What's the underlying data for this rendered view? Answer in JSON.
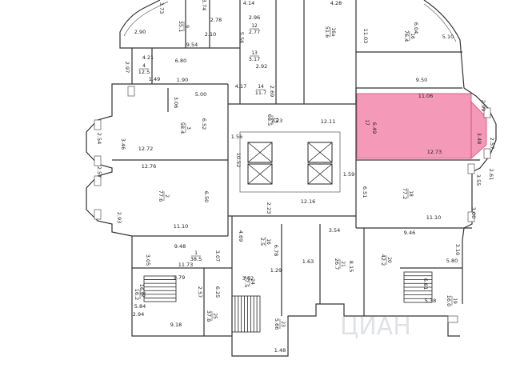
{
  "plan": {
    "highlight_color": "#f58fb1",
    "watermark": "ЦИАН",
    "rooms": [
      {
        "id": "r9",
        "number": "9",
        "area": "35.1",
        "vertical": true
      },
      {
        "id": "r16a",
        "number": "16а",
        "area": "51.6",
        "vertical": true
      },
      {
        "id": "r16",
        "number": "16",
        "area": "76.4",
        "vertical": true
      },
      {
        "id": "r12",
        "number": "12",
        "area": "2.77"
      },
      {
        "id": "r13",
        "number": "13",
        "area": "3.17"
      },
      {
        "id": "r4",
        "number": "4",
        "area": "12.5"
      },
      {
        "id": "r14",
        "number": "14",
        "area": "11.7"
      },
      {
        "id": "r15",
        "number": "15",
        "area": "68.5",
        "vertical": true
      },
      {
        "id": "r3",
        "number": "3",
        "area": "58.4",
        "vertical": true
      },
      {
        "id": "r17",
        "number": "17",
        "area": "",
        "vertical": true
      },
      {
        "id": "r2",
        "number": "2",
        "area": "77.6",
        "vertical": true
      },
      {
        "id": "r18",
        "number": "18",
        "area": "77.2",
        "vertical": true
      },
      {
        "id": "r1",
        "number": "1",
        "area": "38.5"
      },
      {
        "id": "r20",
        "number": "20",
        "area": "42.2",
        "vertical": true
      },
      {
        "id": "r21",
        "number": "21",
        "area": "26.7",
        "vertical": true
      },
      {
        "id": "r24",
        "number": "24",
        "area": "27.5",
        "vertical": true
      },
      {
        "id": "r25",
        "number": "25",
        "area": "37.8",
        "vertical": true
      },
      {
        "id": "r19",
        "number": "19",
        "area": "16.0",
        "vertical": true
      },
      {
        "id": "r16b",
        "number": "16",
        "area": "2.5",
        "vertical": true
      },
      {
        "id": "r23",
        "number": "23",
        "area": "5.66",
        "vertical": true
      },
      {
        "id": "r22",
        "number": "22",
        "area": "16.2",
        "vertical": true
      }
    ],
    "dimensions": [
      "3.73",
      "3.74",
      "4.14",
      "4.28",
      "2.78",
      "2.96",
      "5.56",
      "11.03",
      "6.04",
      "5.10",
      "2.90",
      "2.10",
      "9.54",
      "4.21",
      "6.80",
      "2.97",
      "1.49",
      "1.90",
      "2.92",
      "9.50",
      "3.06",
      "5.00",
      "4.17",
      "2.69",
      "11.06",
      "2.99",
      "6.52",
      "2.23",
      "12.11",
      "6.49",
      "2.54",
      "3.46",
      "12.72",
      "1.56",
      "10.52",
      "3.48",
      "2.57",
      "12.73",
      "2.57",
      "12.76",
      "6.50",
      "1.59",
      "6.51",
      "3.55",
      "2.61",
      "12.16",
      "2.93",
      "11.10",
      "3.00",
      "11.10",
      "9.48",
      "4.69",
      "3.54",
      "9.46",
      "3.10",
      "3.05",
      "11.73",
      "3.07",
      "6.78",
      "1.63",
      "8.15",
      "5.80",
      "5.79",
      "3.62",
      "1.29",
      "6.61",
      "2.57",
      "6.25",
      "5.84",
      "2.94",
      "9.18",
      "5.38",
      "1.48",
      "2.23",
      "16.2"
    ]
  }
}
